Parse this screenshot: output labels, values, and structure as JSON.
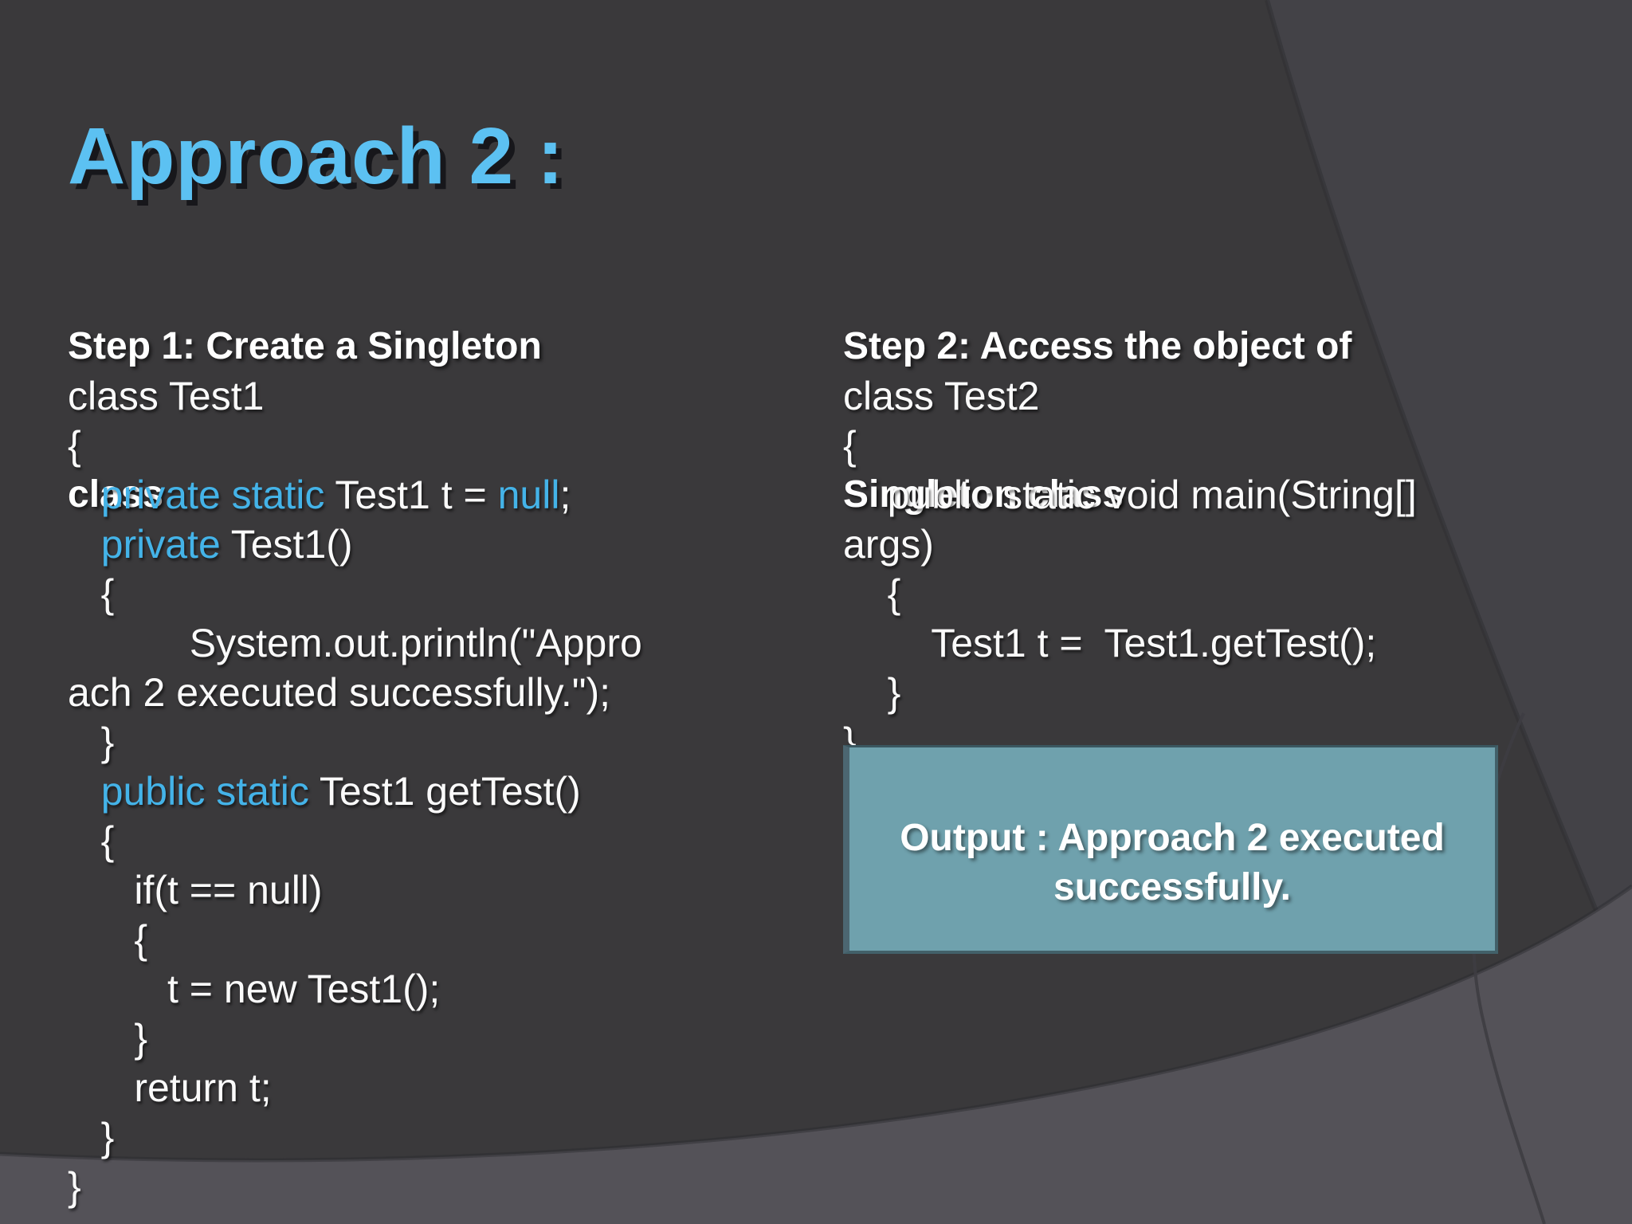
{
  "title": "Approach 2 :",
  "left": {
    "heading_lines": [
      "Step 1: Create a Singleton",
      "class"
    ],
    "code_lines": [
      [
        [
          "class Test1",
          "w"
        ]
      ],
      [
        [
          "{",
          "w"
        ]
      ],
      [
        [
          "   ",
          "w"
        ],
        [
          "private static",
          "k"
        ],
        [
          " Test1 t = ",
          "w"
        ],
        [
          "null",
          "k"
        ],
        [
          ";",
          "w"
        ]
      ],
      [
        [
          "   ",
          "w"
        ],
        [
          "private",
          "k"
        ],
        [
          " Test1()",
          "w"
        ]
      ],
      [
        [
          "   {",
          "w"
        ]
      ],
      [
        [
          "           System.out.println(\"Appro",
          "w"
        ]
      ],
      [
        [
          "ach 2 executed successfully.\");",
          "w"
        ]
      ],
      [
        [
          "   }",
          "w"
        ]
      ],
      [
        [
          "   ",
          "w"
        ],
        [
          "public static",
          "k"
        ],
        [
          " Test1 getTest()",
          "w"
        ]
      ],
      [
        [
          "   {",
          "w"
        ]
      ],
      [
        [
          "      if(t == null)",
          "w"
        ]
      ],
      [
        [
          "      {",
          "w"
        ]
      ],
      [
        [
          "         t = new Test1();",
          "w"
        ]
      ],
      [
        [
          "      }",
          "w"
        ]
      ],
      [
        [
          "      return t;",
          "w"
        ]
      ],
      [
        [
          "   }",
          "w"
        ]
      ],
      [
        [
          "}",
          "w"
        ]
      ]
    ]
  },
  "right": {
    "heading_lines": [
      "Step 2: Access the object of",
      "Singleton class"
    ],
    "code_lines": [
      [
        [
          "class Test2",
          "w"
        ]
      ],
      [
        [
          "{",
          "w"
        ]
      ],
      [
        [
          "    public static void main(String[]",
          "w"
        ]
      ],
      [
        [
          "args)",
          "w"
        ]
      ],
      [
        [
          "    {",
          "w"
        ]
      ],
      [
        [
          "        Test1 t =  Test1.getTest();",
          "w"
        ]
      ],
      [
        [
          "    }",
          "w"
        ]
      ],
      [
        [
          "}",
          "w"
        ]
      ]
    ]
  },
  "output_box": {
    "lines": [
      "Output : Approach 2 executed",
      "successfully."
    ]
  },
  "colors": {
    "background": "#3A393B",
    "background_light_topright": "#434247",
    "background_sweep": "#545258",
    "title_blue": "#5CC1F2",
    "keyword_blue": "#44B3E8",
    "code_text": "#FFFFFF",
    "output_box_fill": "#6FA1AD",
    "output_box_border": "#426069"
  }
}
